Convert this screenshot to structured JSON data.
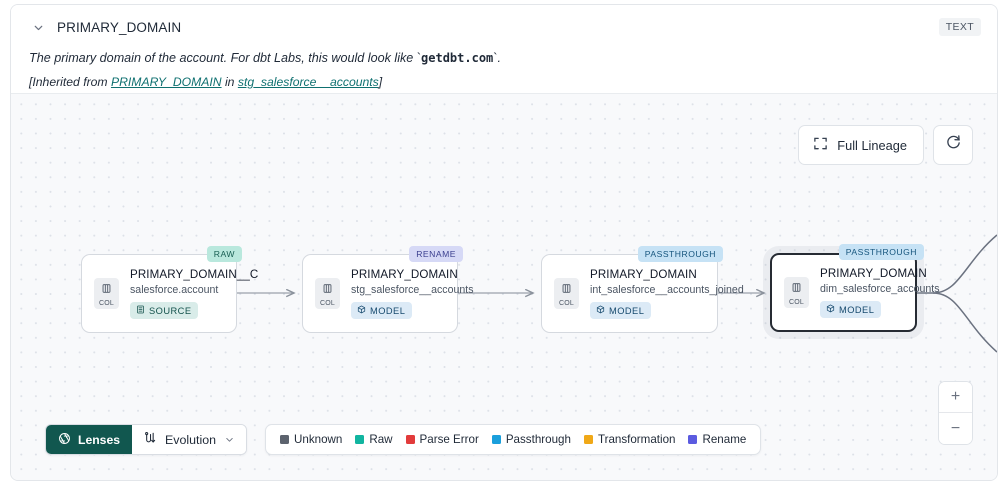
{
  "header": {
    "collapse_icon": "chevron-down-icon",
    "title": "PRIMARY_DOMAIN",
    "type_badge": "TEXT",
    "description_prefix": "The primary domain of the account. For dbt Labs, this would look like ",
    "description_code": "getdbt.com",
    "description_suffix": ".",
    "inherited_prefix": "[Inherited from ",
    "inherited_link_1": "PRIMARY_DOMAIN",
    "inherited_middle": " in ",
    "inherited_link_2": "stg_salesforce__accounts",
    "inherited_suffix": "]",
    "link_color": "#0f7070"
  },
  "canvas_controls": {
    "full_lineage_label": "Full Lineage",
    "full_lineage_icon": "expand-corners-icon",
    "refresh_icon": "refresh-icon",
    "zoom_in_label": "+",
    "zoom_out_label": "−"
  },
  "lineage": {
    "nodes": [
      {
        "tag": "RAW",
        "tag_class": "tag-raw",
        "chip_label": "COL",
        "name": "PRIMARY_DOMAIN__C",
        "subtitle": "salesforce.account",
        "kind": "SOURCE",
        "kind_class": "kind-source",
        "kind_icon": "database-table-icon",
        "selected": false
      },
      {
        "tag": "RENAME",
        "tag_class": "tag-rename",
        "chip_label": "COL",
        "name": "PRIMARY_DOMAIN",
        "subtitle": "stg_salesforce__accounts",
        "kind": "MODEL",
        "kind_class": "kind-model",
        "kind_icon": "cube-icon",
        "selected": false
      },
      {
        "tag": "PASSTHROUGH",
        "tag_class": "tag-passthrough",
        "chip_label": "COL",
        "name": "PRIMARY_DOMAIN",
        "subtitle": "int_salesforce__accounts_joined",
        "kind": "MODEL",
        "kind_class": "kind-model",
        "kind_icon": "cube-icon",
        "selected": false
      },
      {
        "tag": "PASSTHROUGH",
        "tag_class": "tag-passthrough",
        "chip_label": "COL",
        "name": "PRIMARY_DOMAIN",
        "subtitle": "dim_salesforce_accounts",
        "kind": "MODEL",
        "kind_class": "kind-model",
        "kind_icon": "cube-icon",
        "selected": true
      }
    ]
  },
  "toolbar": {
    "lenses_label": "Lenses",
    "lenses_icon": "aperture-icon",
    "lenses_color": "#11574f",
    "evolution_label": "Evolution",
    "evolution_icon": "evolution-flow-icon",
    "evolution_caret_icon": "chevron-down-icon"
  },
  "legend": {
    "items": [
      {
        "label": "Unknown",
        "color": "#5c636e"
      },
      {
        "label": "Raw",
        "color": "#11b5a0"
      },
      {
        "label": "Parse Error",
        "color": "#e23b3b"
      },
      {
        "label": "Passthrough",
        "color": "#1a9fdc"
      },
      {
        "label": "Transformation",
        "color": "#f0a817"
      },
      {
        "label": "Rename",
        "color": "#5b5be0"
      }
    ]
  }
}
